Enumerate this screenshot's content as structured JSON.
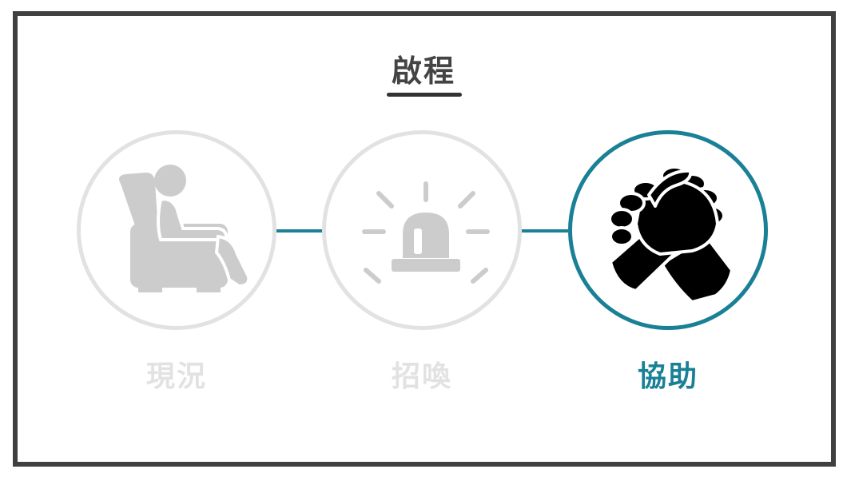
{
  "title": "啟程",
  "steps": [
    {
      "label": "現況",
      "icon": "person-in-armchair-icon",
      "state": "inactive"
    },
    {
      "label": "招喚",
      "icon": "alarm-siren-icon",
      "state": "inactive"
    },
    {
      "label": "協助",
      "icon": "clasped-hands-icon",
      "state": "active"
    }
  ],
  "colors": {
    "accent": "#1a8096",
    "inactive": "#e2e2e2",
    "inactive_icon": "#cccccc",
    "title": "#444444",
    "frame": "#404040"
  }
}
